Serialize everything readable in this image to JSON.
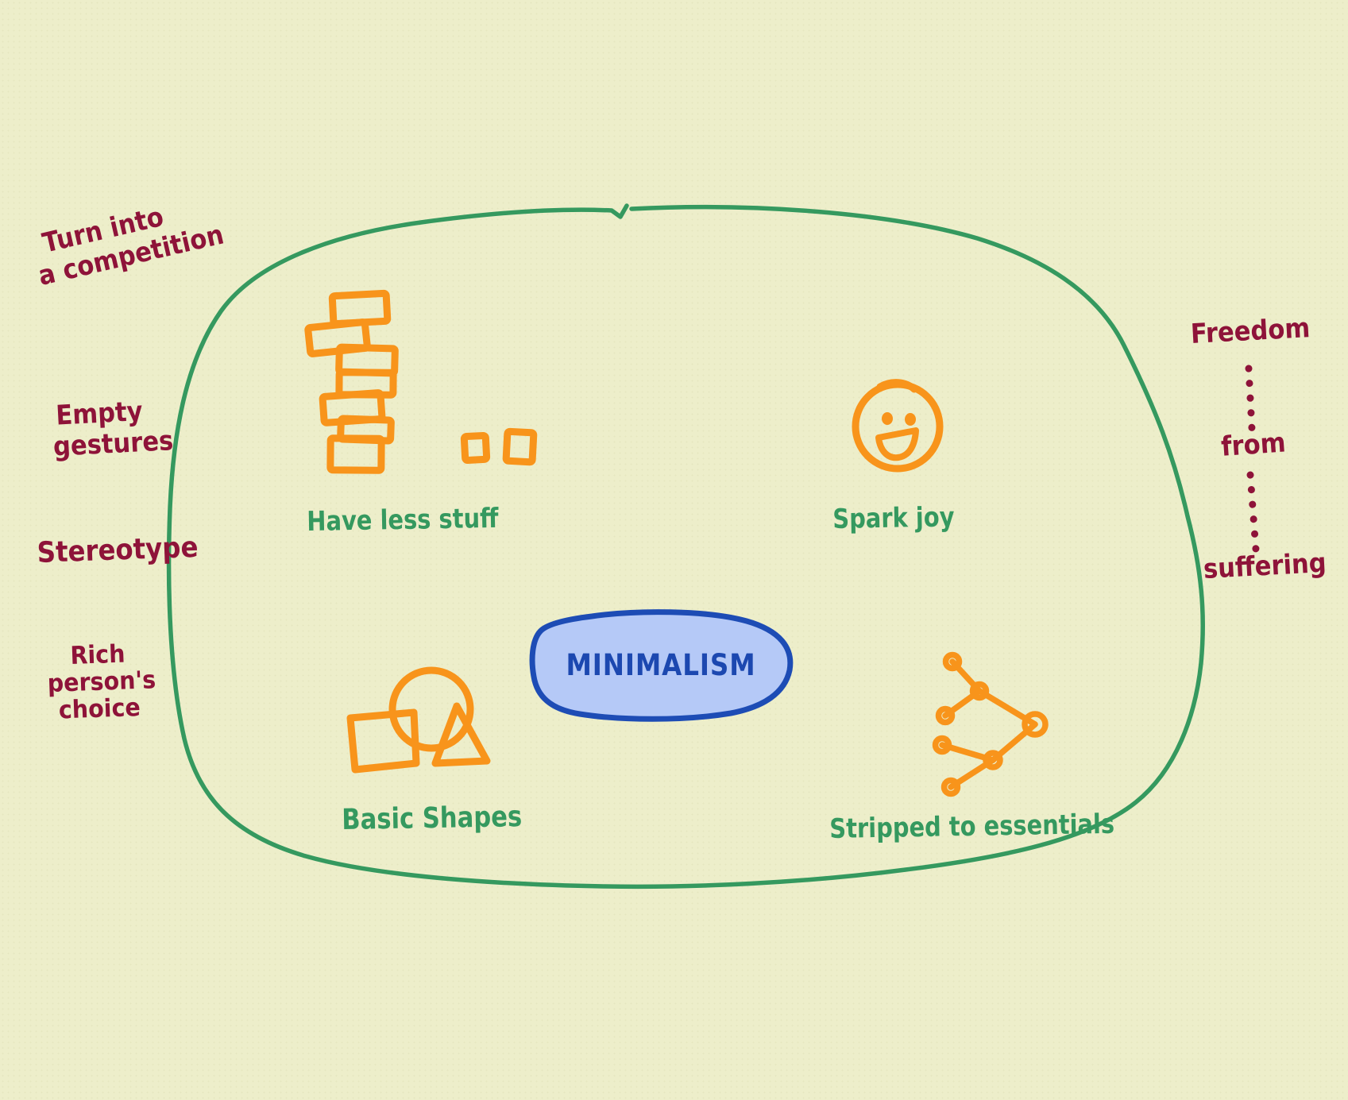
{
  "colors": {
    "background": "#edeeca",
    "ink_green": "#35995f",
    "ink_orange": "#f8941b",
    "ink_red": "#8e1339",
    "node_border": "#1d4cb5",
    "node_fill": "#b5c9f7",
    "node_text": "#1c48b0"
  },
  "center_node": {
    "label": "MINIMALISM"
  },
  "branches": {
    "have_less_stuff": {
      "label": "Have less stuff",
      "icon": "brick-stack-icon"
    },
    "spark_joy": {
      "label": "Spark joy",
      "icon": "smiley-face-icon"
    },
    "basic_shapes": {
      "label": "Basic Shapes",
      "icon": "geometric-shapes-icon"
    },
    "stripped_to_essentials": {
      "label": "Stripped to essentials",
      "icon": "node-tree-icon"
    }
  },
  "annotations": {
    "turn_into_competition": {
      "line1": "Turn into",
      "line2": "a competition"
    },
    "empty_gestures": {
      "line1": "Empty",
      "line2": "gestures"
    },
    "stereotype": {
      "text": "Stereotype"
    },
    "rich_persons_choice": {
      "line1": "Rich",
      "line2": "person's",
      "line3": "choice"
    },
    "freedom_chain": {
      "top": "Freedom",
      "middle": "from",
      "bottom": "suffering",
      "connector": "dotted-line-connector"
    }
  },
  "icons": {
    "brick_stack": "brick-stack-icon",
    "smiley_face": "smiley-face-icon",
    "geometric_shapes": "geometric-shapes-icon",
    "node_tree": "node-tree-icon",
    "dotted_connector": "dotted-line-connector",
    "group_outline": "group-boundary-outline"
  }
}
